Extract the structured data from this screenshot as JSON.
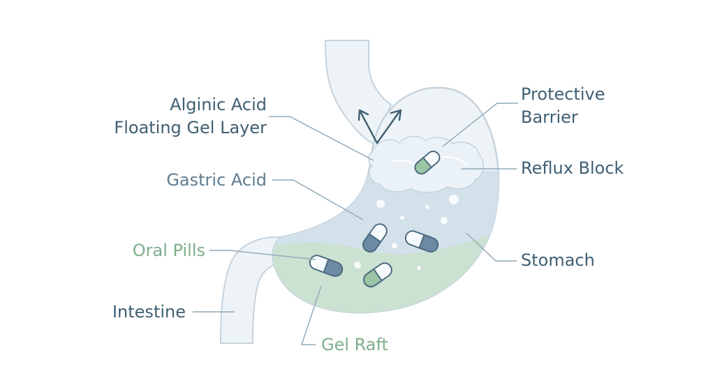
{
  "labels": {
    "alginic_acid": [
      "Alginic Acid",
      "Floating Gel Layer"
    ],
    "gastric_acid": "Gastric Acid",
    "oral_pills": "Oral Pills",
    "intestine": "Intestine",
    "gel_raft": "Gel Raft",
    "protective_barrier": [
      "Protective",
      "Barrier"
    ],
    "reflux_block": "Reflux Block",
    "stomach": "Stomach"
  },
  "colors": {
    "label_text": "#3f5f73",
    "label_green": "#7fae8b",
    "organ_fill": "#eef3f7",
    "organ_outline": "#c5d3dd",
    "acid_fill": "#cddde6",
    "gel_fill": "#c9e0cd",
    "foam_fill": "#eaf2f8",
    "pill_blue": "#6c8aa3",
    "pill_green": "#9cc5a6",
    "pill_white": "#f7fafc"
  },
  "icons": [
    "reflux-arrows-icon",
    "pill-icon",
    "bubble-icon"
  ]
}
